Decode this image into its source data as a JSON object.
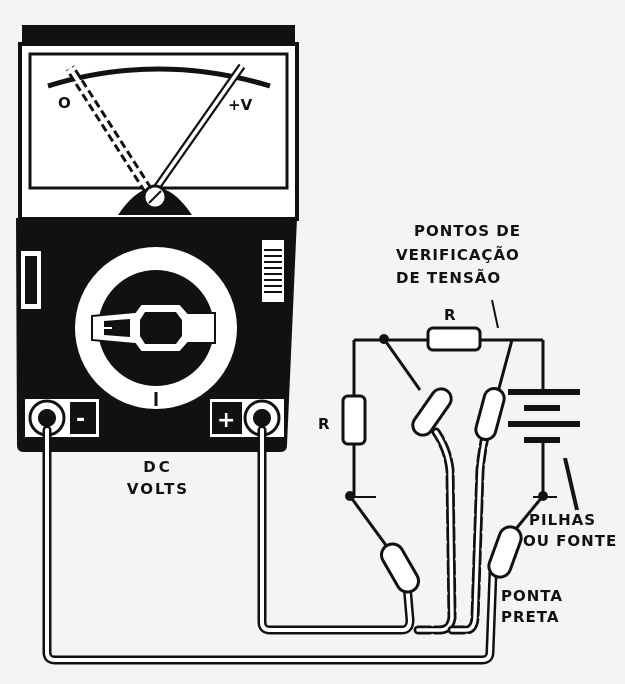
{
  "meter": {
    "scale_left": "O",
    "scale_right": "+V",
    "minus_sign": "-",
    "plus_sign": "+",
    "mode_line1": "DC",
    "mode_line2": "VOLTS"
  },
  "circuit": {
    "resistor_top": "R",
    "resistor_left": "R",
    "test_points_line1": "PONTOS DE",
    "test_points_line2": "VERIFICAÇÃO",
    "test_points_line3": "DE TENSÃO",
    "battery_line1": "PILHAS",
    "battery_line2": "OU FONTE",
    "probe_line1": "PONTA",
    "probe_line2": "PRETA"
  },
  "colors": {
    "ink": "#111111",
    "paper": "#f4f4f2"
  }
}
